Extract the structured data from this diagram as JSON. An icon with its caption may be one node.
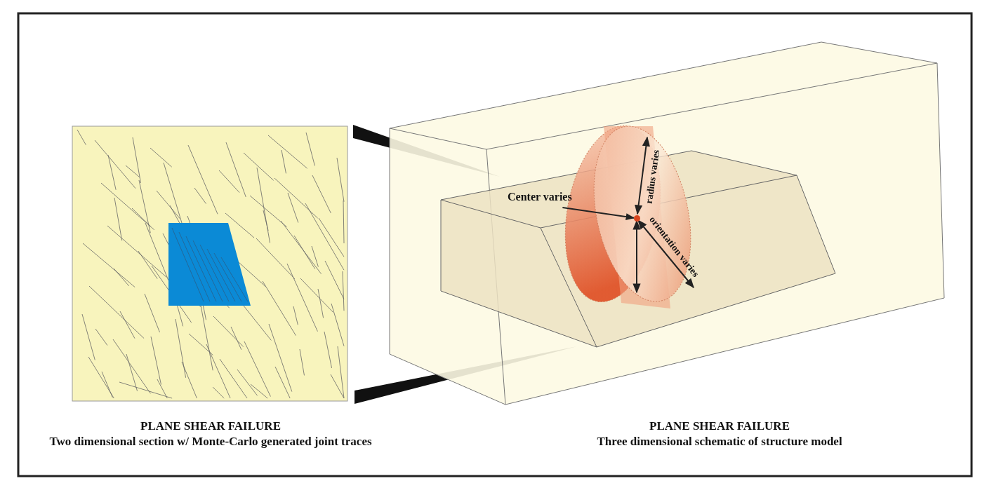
{
  "diagram": {
    "nodes": [
      {
        "text": [
          "Center varies"
        ]
      },
      {
        "text": [],
        "shape": "circle"
      }
    ],
    "edges": [
      {
        "from": 0,
        "to": 1,
        "arrow": "to"
      }
    ],
    "labels": [
      "radius varies",
      "orientation varies",
      "PLANE SHEAR FAILURE",
      "Two dimensional section w/ Monte-Carlo generated joint traces",
      "PLANE SHEAR FAILURE",
      "Three dimensional schematic of structure model"
    ]
  }
}
